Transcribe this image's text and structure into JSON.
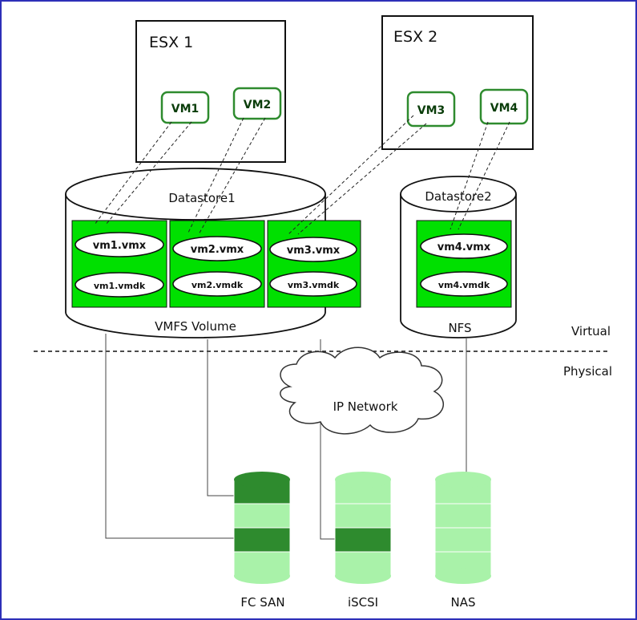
{
  "hosts": [
    {
      "label": "ESX 1",
      "vms": [
        "VM1",
        "VM2"
      ]
    },
    {
      "label": "ESX 2",
      "vms": [
        "VM3",
        "VM4"
      ]
    }
  ],
  "datastores": [
    {
      "label": "Datastore1",
      "volume": "VMFS Volume",
      "files": [
        {
          "vmx": "vm1.vmx",
          "vmdk": "vm1.vmdk"
        },
        {
          "vmx": "vm2.vmx",
          "vmdk": "vm2.vmdk"
        },
        {
          "vmx": "vm3.vmx",
          "vmdk": "vm3.vmdk"
        }
      ]
    },
    {
      "label": "Datastore2",
      "volume": "NFS",
      "files": [
        {
          "vmx": "vm4.vmx",
          "vmdk": "vm4.vmdk"
        }
      ]
    }
  ],
  "layers": {
    "virtual": "Virtual",
    "physical": "Physical"
  },
  "network": {
    "label": "IP Network"
  },
  "storage": [
    {
      "label": "FC SAN"
    },
    {
      "label": "iSCSI"
    },
    {
      "label": "NAS"
    }
  ],
  "colors": {
    "green": "#00e000",
    "dark_green": "#2e8b2e",
    "light_green": "#a9f2a9",
    "frame": "#2d2fb8"
  }
}
